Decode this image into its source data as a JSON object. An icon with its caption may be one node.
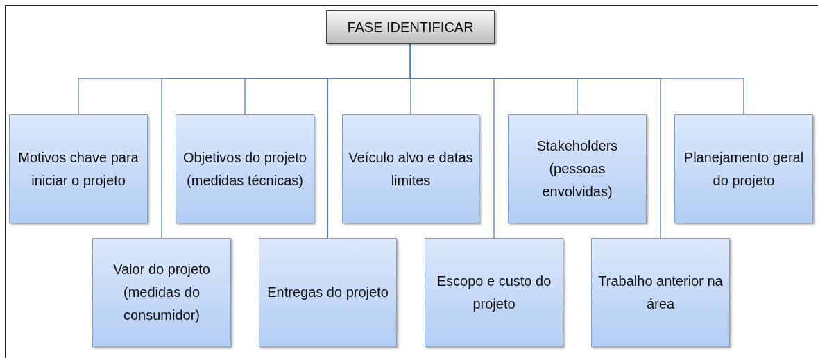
{
  "diagram": {
    "nodes": [
      {
        "text": [
          "FASE IDENTIFICAR"
        ]
      },
      {
        "text": [
          "Motivos chave para iniciar o projeto"
        ]
      },
      {
        "text": [
          "Valor do projeto (medidas do consumidor)"
        ]
      },
      {
        "text": [
          "Objetivos do projeto (medidas técnicas)"
        ]
      },
      {
        "text": [
          "Entregas do projeto"
        ]
      },
      {
        "text": [
          "Veículo alvo e datas limites"
        ]
      },
      {
        "text": [
          "Escopo e custo do projeto"
        ]
      },
      {
        "text": [
          "Stakeholders (pessoas envolvidas)"
        ]
      },
      {
        "text": [
          "Trabalho anterior na área"
        ]
      },
      {
        "text": [
          "Planejamento geral do projeto"
        ]
      }
    ],
    "edges": [
      {
        "from": 0,
        "to": 1,
        "arrow": "none"
      },
      {
        "from": 0,
        "to": 2,
        "arrow": "none"
      },
      {
        "from": 0,
        "to": 3,
        "arrow": "none"
      },
      {
        "from": 0,
        "to": 4,
        "arrow": "none"
      },
      {
        "from": 0,
        "to": 5,
        "arrow": "none"
      },
      {
        "from": 0,
        "to": 6,
        "arrow": "none"
      },
      {
        "from": 0,
        "to": 7,
        "arrow": "none"
      },
      {
        "from": 0,
        "to": 8,
        "arrow": "none"
      },
      {
        "from": 0,
        "to": 9,
        "arrow": "none"
      }
    ]
  }
}
